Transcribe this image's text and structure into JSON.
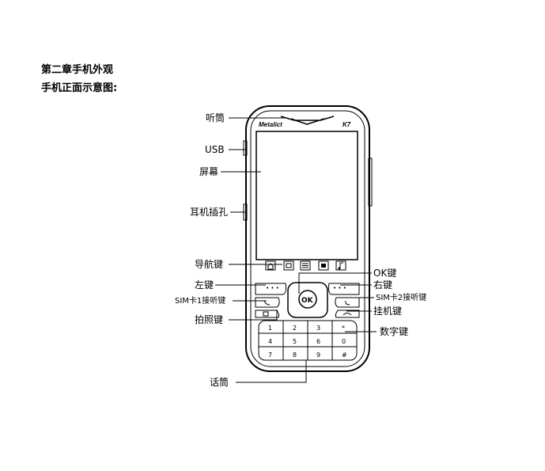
{
  "document": {
    "chapter_title": "第二章手机外观",
    "subtitle": "手机正面示意图:"
  },
  "phone": {
    "brand": "Metalict",
    "model": "K7",
    "ok_key": "OK",
    "keys": [
      "1",
      "2",
      "3",
      "*",
      "4",
      "5",
      "6",
      "0",
      "7",
      "8",
      "9",
      "#"
    ]
  },
  "labels": {
    "earpiece": "听筒",
    "usb": "USB",
    "screen": "屏幕",
    "headphone_jack": "耳机插孔",
    "nav_keys": "导航键",
    "ok_key": "OK键",
    "left_key": "左键",
    "right_key": "右键",
    "sim1_answer": "SIM卡1接听键",
    "sim2_answer": "SIM卡2接听键",
    "hangup_key": "挂机键",
    "camera_key": "拍照键",
    "number_keys": "数字键",
    "microphone": "话筒"
  }
}
